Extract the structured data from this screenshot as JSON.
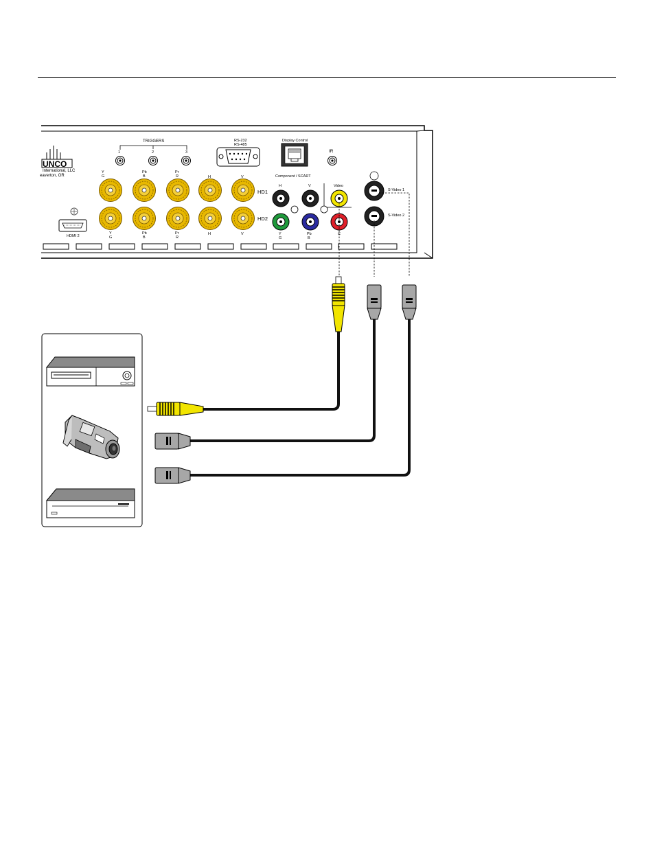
{
  "panel": {
    "logo": "UNCO",
    "company_line1": "International, LLC",
    "company_line2": "eaverton, OR",
    "triggers_label": "TRIGGERS",
    "trigger_numbers": [
      "1",
      "2",
      "3"
    ],
    "rs232_line1": "RS-232",
    "rs232_line2": "RS-485",
    "display_control_label": "Display Control",
    "ir_label": "IR",
    "bnc_top_labels": [
      {
        "line1": "Y",
        "line2": "G"
      },
      {
        "line1": "Pb",
        "line2": "B"
      },
      {
        "line1": "Pr",
        "line2": "R"
      },
      {
        "line1": "H",
        "line2": ""
      },
      {
        "line1": "V",
        "line2": ""
      }
    ],
    "bnc_bottom_labels": [
      {
        "line1": "Y",
        "line2": "G"
      },
      {
        "line1": "Pb",
        "line2": "B"
      },
      {
        "line1": "Pr",
        "line2": "R"
      },
      {
        "line1": "H",
        "line2": ""
      },
      {
        "line1": "V",
        "line2": ""
      }
    ],
    "hd1_label": "HD1",
    "hd2_label": "HD2",
    "hdmi_label": "HDMI 2",
    "component_scart_label": "Component / SCART",
    "rca_top_labels": [
      "H",
      "V",
      "Video"
    ],
    "rca_bottom_labels": [
      {
        "line1": "Y",
        "line2": "G"
      },
      {
        "line1": "Pb",
        "line2": "B"
      },
      {
        "line1": "",
        "line2": "C"
      }
    ],
    "svideo1_label": "S-Video 1",
    "svideo2_label": "S-Video 2"
  },
  "colors": {
    "bnc_gold": "#e8b800",
    "video_yellow": "#f2e500",
    "pr_red": "#e0202a",
    "pb_blue": "#2a2aa0",
    "y_green": "#1f9a3c",
    "plug_gray": "#a7a7a7",
    "cable_black": "#111111"
  },
  "sources": {
    "devices": [
      "vcr-icon",
      "camcorder-icon",
      "dvd-player-icon"
    ]
  }
}
